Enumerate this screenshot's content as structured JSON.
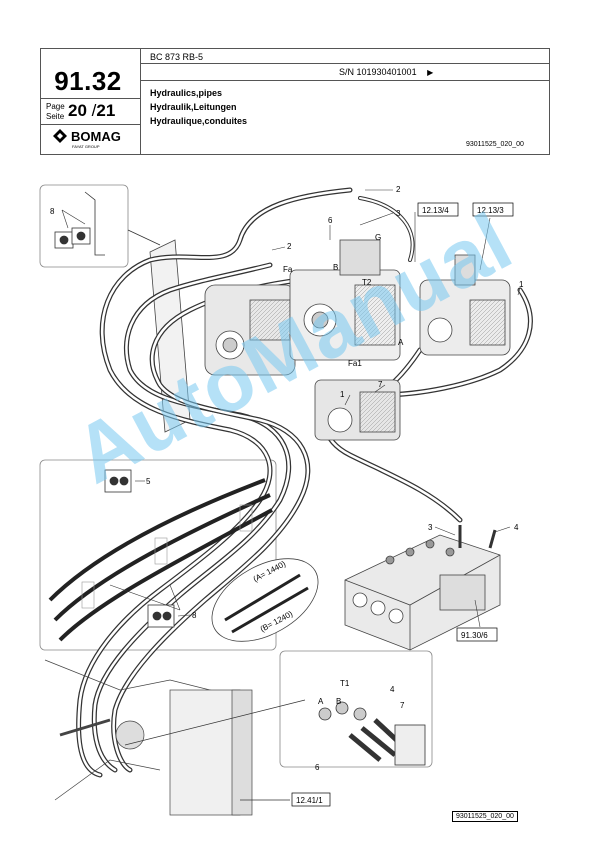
{
  "header": {
    "section_number": "91.32",
    "page_label_de": "Seite",
    "page_label_en": "Page",
    "page_current": "20",
    "page_separator": "/",
    "page_total": "21",
    "logo_text": "BOMAG",
    "logo_sub": "FAYAT GROUP",
    "model": "BC 873 RB-5",
    "serial": "S/N 101930401001",
    "title_en": "Hydraulics,pipes",
    "title_de": "Hydraulik,Leitungen",
    "title_fr": "Hydraulique,conduites",
    "doc_id": "93011525_020_00"
  },
  "drawing": {
    "callouts": [
      "1",
      "2",
      "3",
      "4",
      "5",
      "6",
      "7",
      "8"
    ],
    "refs": {
      "r1": "12.13/4",
      "r2": "12.13/3",
      "r3": "91.30/6",
      "r4": "12.41/1"
    },
    "port_labels": {
      "fa": "Fa",
      "b": "B",
      "g": "G",
      "t2": "T2",
      "fa1": "Fa1",
      "a": "A",
      "t1": "T1"
    },
    "dims": {
      "a": "(A= 1440)",
      "b": "(B= 1240)"
    }
  },
  "footer": {
    "doc_id": "93011525_020_00"
  },
  "watermark": "AutoManual"
}
